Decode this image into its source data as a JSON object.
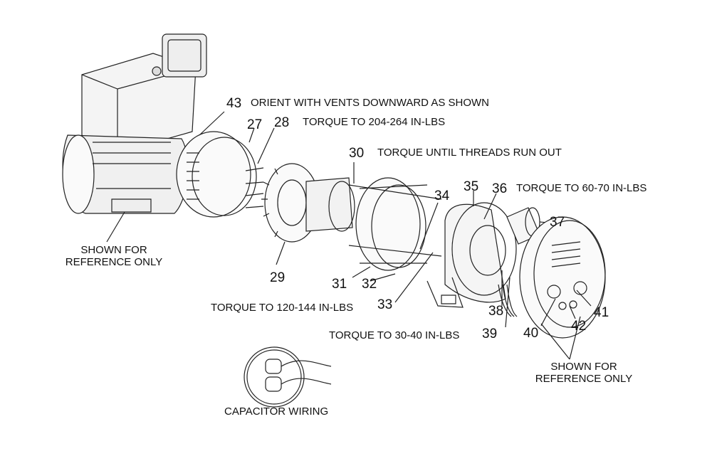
{
  "diagram": {
    "title": "Generator exploded parts view",
    "callouts": [
      {
        "id": "43",
        "note": "ORIENT WITH VENTS DOWNWARD AS SHOWN"
      },
      {
        "id": "27",
        "note": ""
      },
      {
        "id": "28",
        "note": "TORQUE TO 204-264 IN-LBS"
      },
      {
        "id": "30",
        "note": "TORQUE UNTIL THREADS RUN OUT"
      },
      {
        "id": "35",
        "note": ""
      },
      {
        "id": "36",
        "note": "TORQUE TO 60-70 IN-LBS"
      },
      {
        "id": "34",
        "note": ""
      },
      {
        "id": "37",
        "note": ""
      },
      {
        "id": "29",
        "note": ""
      },
      {
        "id": "31",
        "note": ""
      },
      {
        "id": "32",
        "note": ""
      },
      {
        "id": "33",
        "note": ""
      },
      {
        "id": "38",
        "note": ""
      },
      {
        "id": "39",
        "note": ""
      },
      {
        "id": "40",
        "note": ""
      },
      {
        "id": "41",
        "note": ""
      },
      {
        "id": "42",
        "note": ""
      }
    ],
    "notes": {
      "torque_120_144": "TORQUE TO 120-144 IN-LBS",
      "torque_30_40": "TORQUE TO 30-40 IN-LBS",
      "reference_left_line1": "SHOWN FOR",
      "reference_left_line2": "REFERENCE ONLY",
      "reference_right_line1": "SHOWN FOR",
      "reference_right_line2": "REFERENCE ONLY",
      "capacitor_wiring": "CAPACITOR WIRING"
    }
  }
}
